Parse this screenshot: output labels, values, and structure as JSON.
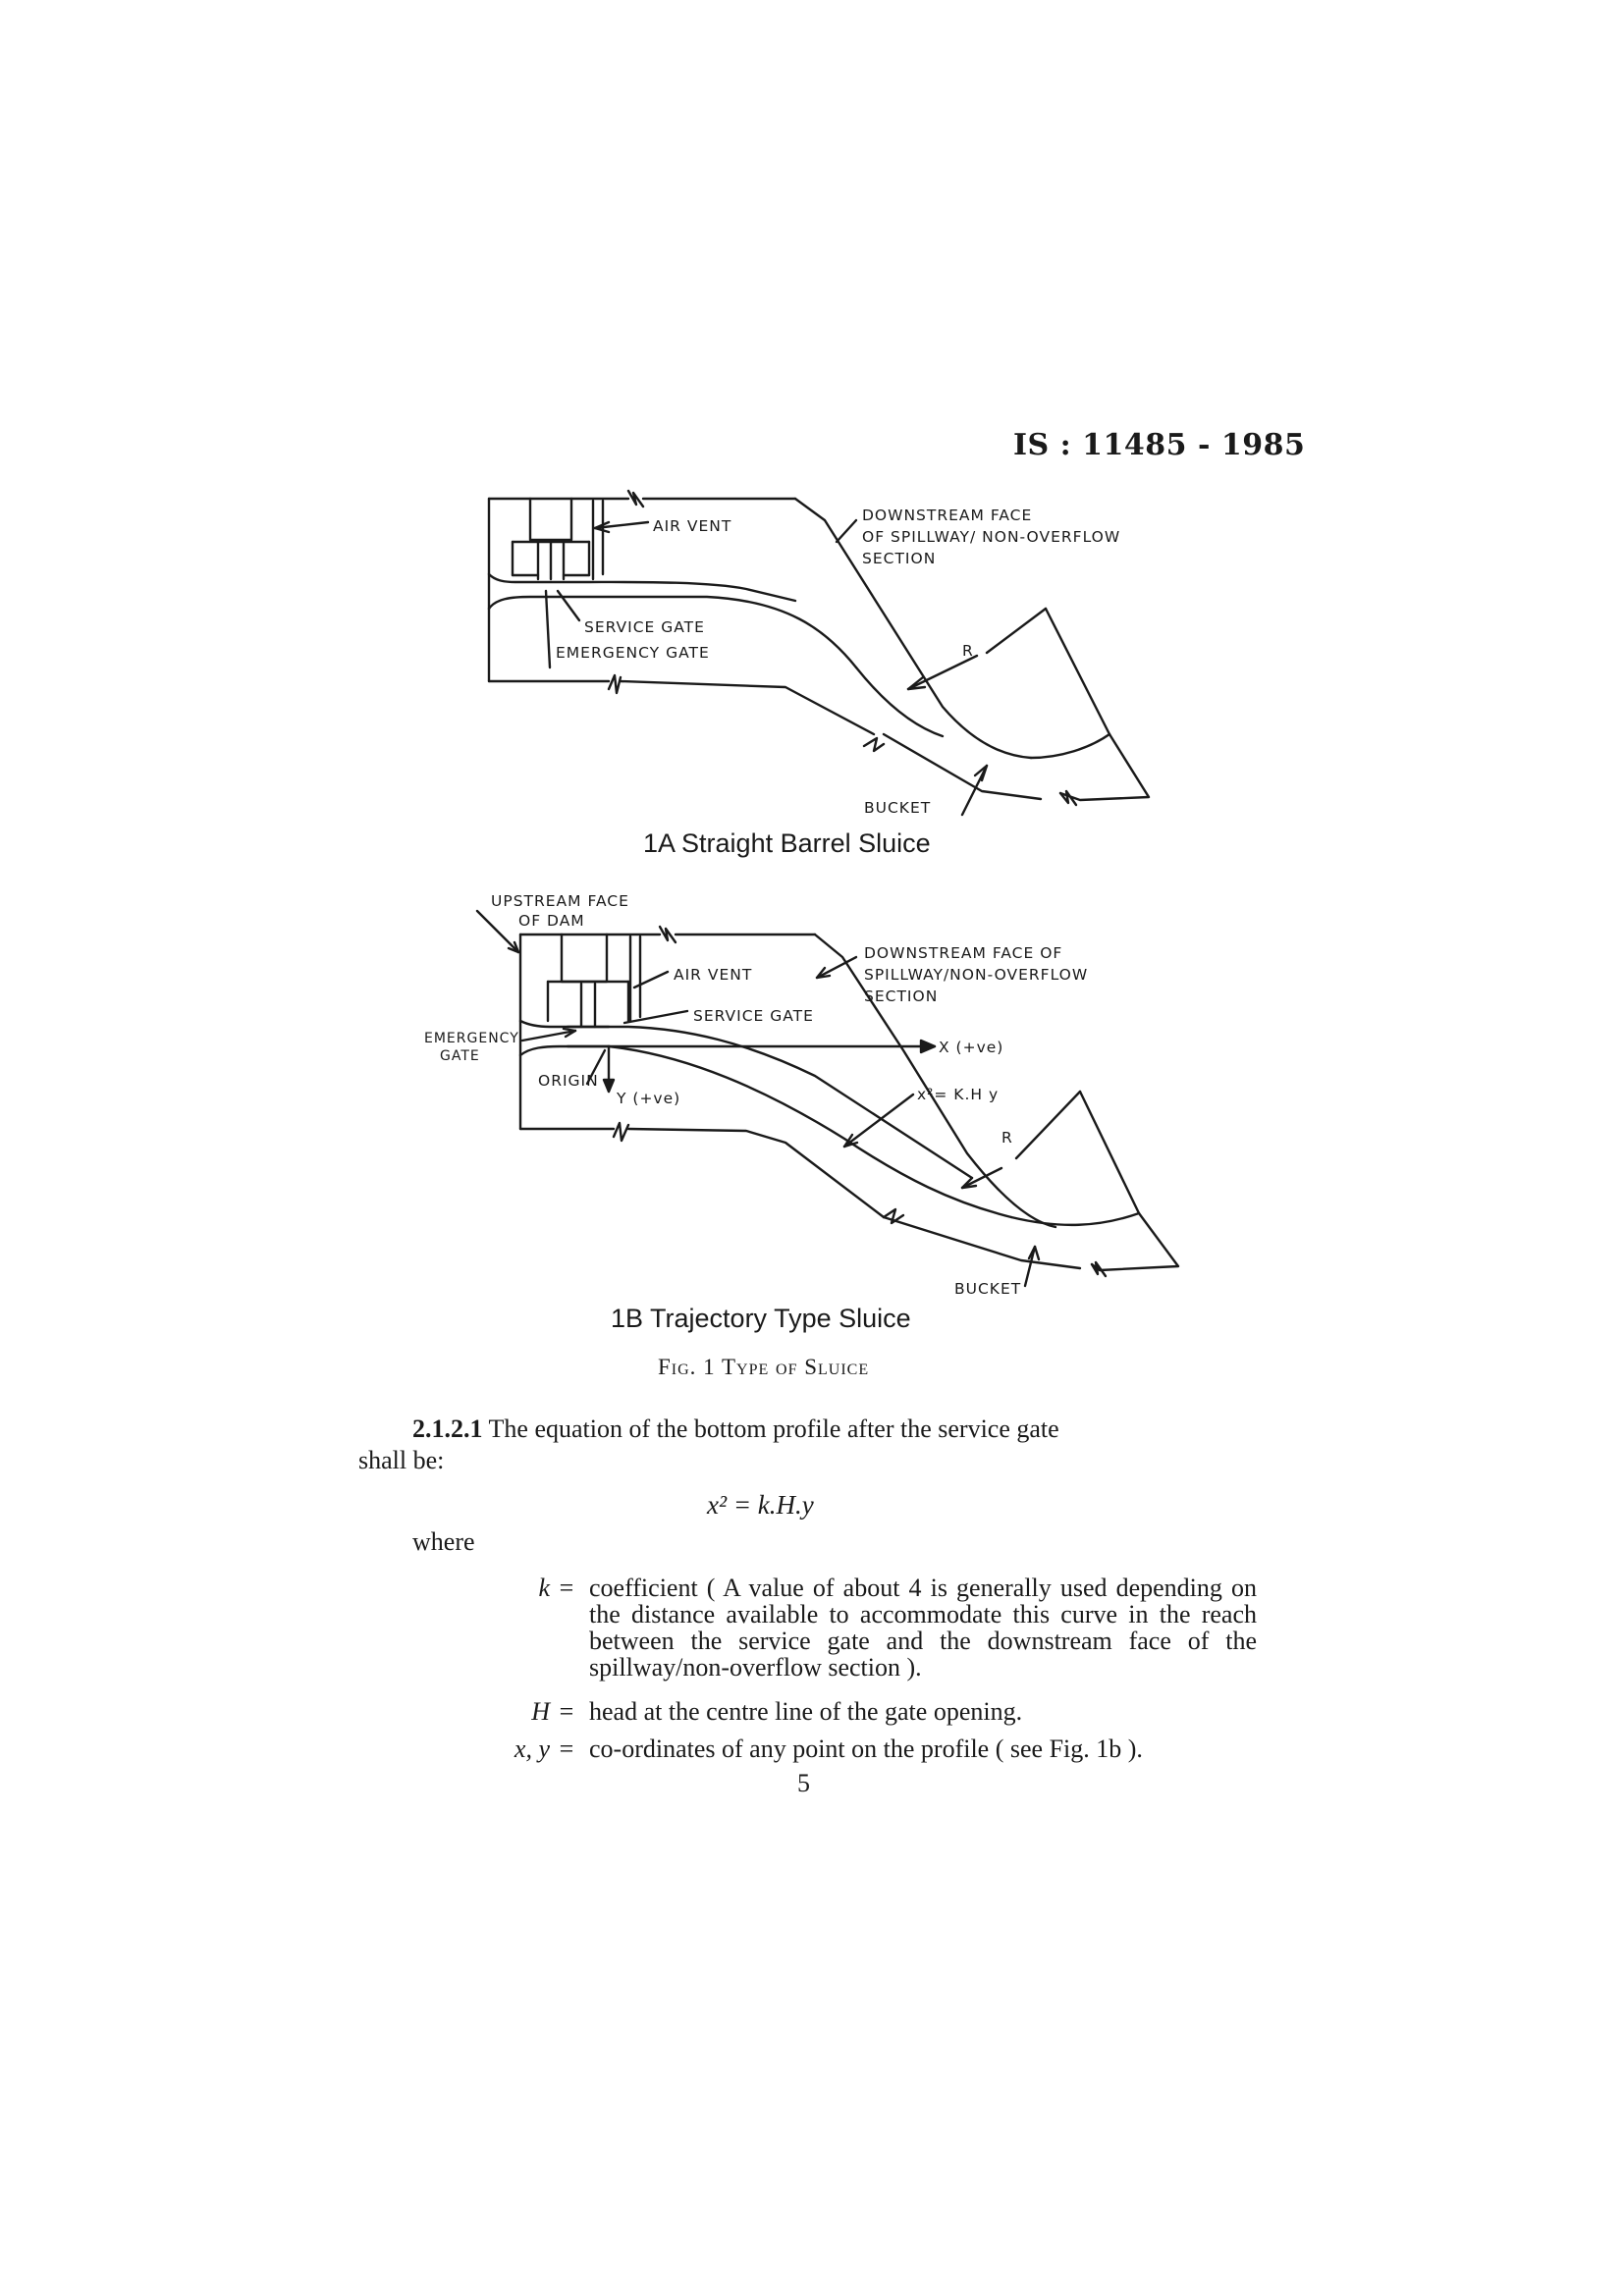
{
  "header": {
    "standard_no": "IS : 11485 - 1985"
  },
  "figure_1a": {
    "caption": "1A   Straight Barrel Sluice",
    "labels": {
      "air_vent": "AIR  VENT",
      "service_gate": "SERVICE  GATE",
      "emergency_gate": "EMERGENCY  GATE",
      "downstream_face_1": "DOWNSTREAM   FACE",
      "downstream_face_2": "OF  SPILLWAY/ NON-OVERFLOW",
      "downstream_face_3": "SECTION",
      "radius": "R",
      "bucket": "BUCKET"
    }
  },
  "figure_1b": {
    "caption": "1B   Trajectory Type Sluice",
    "labels": {
      "upstream_face_1": "UPSTREAM  FACE",
      "upstream_face_2": "OF  DAM",
      "air_vent": "AIR  VENT",
      "service_gate": "SERVICE  GATE",
      "emergency_gate_1": "EMERGENCY",
      "emergency_gate_2": "GATE",
      "origin": "ORIGIN",
      "x_axis": "X (+ve)",
      "y_axis": "Y (+ve)",
      "equation": "x²= K.H y",
      "downstream_face_1": "DOWNSTREAM  FACE  OF",
      "downstream_face_2": "SPILLWAY/NON-OVERFLOW",
      "downstream_face_3": "SECTION",
      "radius": "R",
      "bucket": "BUCKET"
    }
  },
  "figure_caption": "Fig. 1  Type of Sluice",
  "clause": {
    "number": "2.1.2.1",
    "text_line1": "The  equation  of  the  bottom  profile  after  the service gate",
    "text_line2": "shall be:"
  },
  "equation": "x²  =  k.H.y",
  "where": "where",
  "definitions": [
    {
      "symbol": "k",
      "eq": "=",
      "text": "coefficient ( A value of about 4 is generally used depending on the distance available to accommodate this curve in the reach between the service gate and the downstream face of the spillway/non-overflow section )."
    },
    {
      "symbol": "H",
      "eq": "=",
      "text": "head at the centre line of the gate opening."
    },
    {
      "symbol": "x, y",
      "eq": "=",
      "text": "co-ordinates of any point on the profile ( see Fig. 1b )."
    }
  ],
  "page_number": "5"
}
